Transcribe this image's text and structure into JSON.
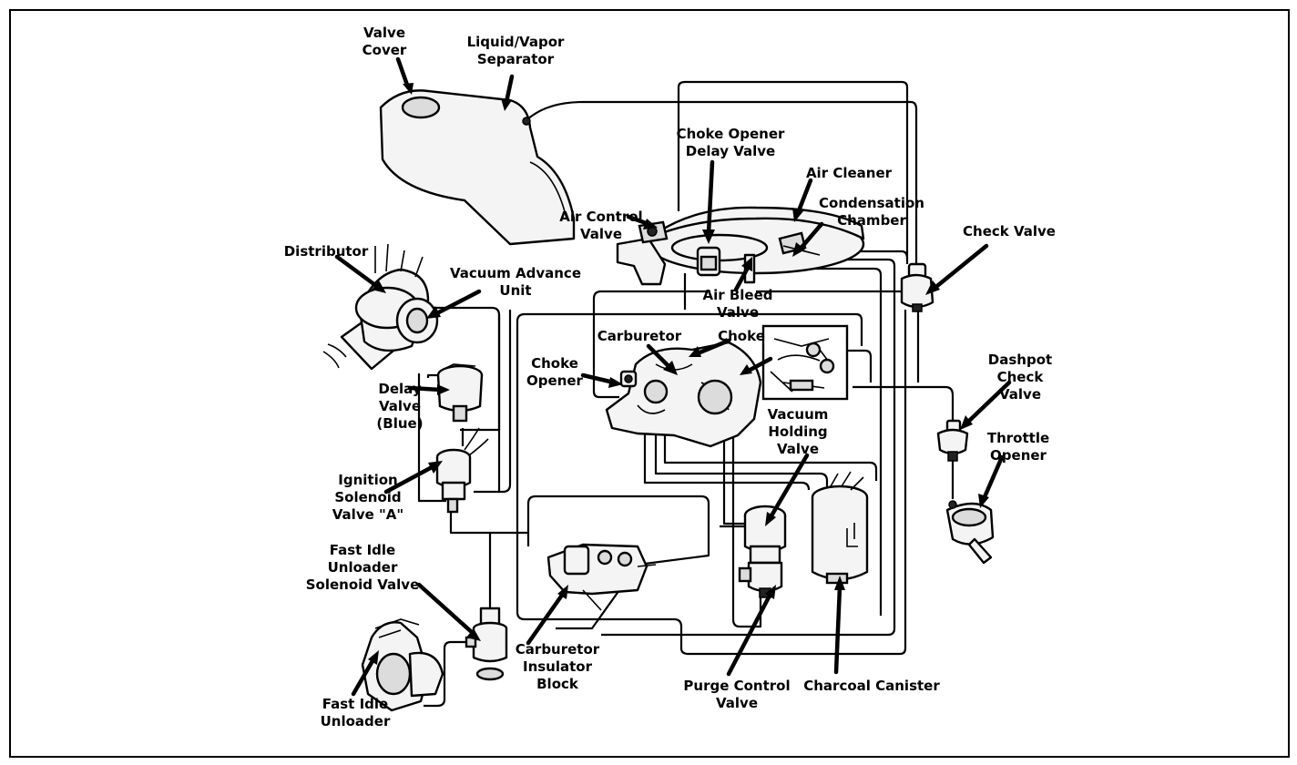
{
  "labels": {
    "valve_cover": [
      "Valve",
      "Cover"
    ],
    "liquid_vapor_separator": [
      "Liquid/Vapor",
      "Separator"
    ],
    "choke_opener_delay_valve": [
      "Choke Opener",
      "Delay Valve"
    ],
    "air_cleaner": [
      "Air Cleaner"
    ],
    "condensation_chamber": [
      "Condensation",
      "Chamber"
    ],
    "air_control_valve": [
      "Air Control",
      "Valve"
    ],
    "check_valve": [
      "Check Valve"
    ],
    "distributor": [
      "Distributor"
    ],
    "vacuum_advance_unit": [
      "Vacuum Advance",
      "Unit"
    ],
    "air_bleed_valve": [
      "Air Bleed",
      "Valve"
    ],
    "carburetor": [
      "Carburetor"
    ],
    "choke": [
      "Choke"
    ],
    "choke_opener": [
      "Choke",
      "Opener"
    ],
    "dashpot_check_valve": [
      "Dashpot",
      "Check",
      "Valve"
    ],
    "delay_valve_blue": [
      "Delay",
      "Valve",
      "(Blue)"
    ],
    "vacuum_holding_valve": [
      "Vacuum",
      "Holding",
      "Valve"
    ],
    "throttle_opener": [
      "Throttle",
      "Opener"
    ],
    "ignition_solenoid_valve_a": [
      "Ignition",
      "Solenoid",
      "Valve \"A\""
    ],
    "fast_idle_unloader_solenoid_valve": [
      "Fast Idle",
      "Unloader",
      "Solenoid Valve"
    ],
    "carburetor_insulator_block": [
      "Carburetor",
      "Insulator",
      "Block"
    ],
    "purge_control_valve": [
      "Purge Control",
      "Valve"
    ],
    "charcoal_canister": [
      "Charcoal Canister"
    ],
    "fast_idle_unloader": [
      "Fast Idle",
      "Unloader"
    ]
  }
}
